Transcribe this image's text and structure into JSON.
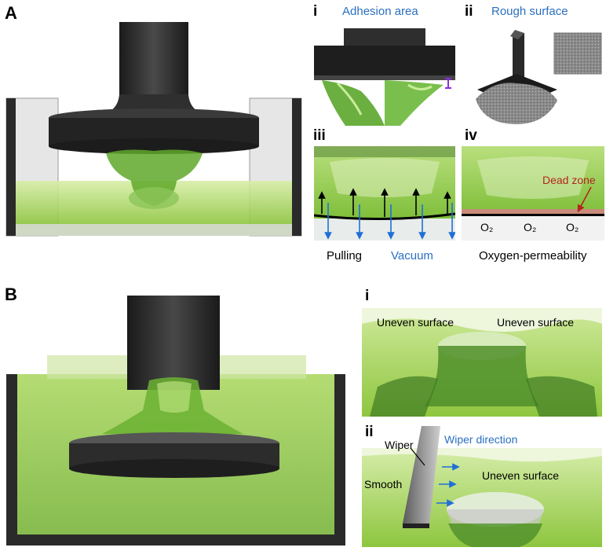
{
  "panel_a": {
    "letter": "A",
    "sub_i": {
      "numeral": "i",
      "title": "Adhesion area"
    },
    "sub_ii": {
      "numeral": "ii",
      "title": "Rough surface"
    },
    "sub_iii": {
      "numeral": "iii"
    },
    "sub_iv": {
      "numeral": "iv",
      "dead_zone": "Dead zone",
      "oxygen_labels": [
        "O₂",
        "O₂",
        "O₂"
      ]
    },
    "caption_pulling": "Pulling",
    "caption_vacuum": "Vacuum",
    "caption_oxygen": "Oxygen-permeability"
  },
  "panel_b": {
    "letter": "B",
    "sub_i": {
      "numeral": "i",
      "label_left": "Uneven surface",
      "label_right": "Uneven surface"
    },
    "sub_ii": {
      "numeral": "ii",
      "wiper": "Wiper",
      "wiper_direction": "Wiper direction",
      "smooth": "Smooth",
      "uneven": "Uneven surface"
    }
  },
  "colors": {
    "resin_green": "#9fd34a",
    "dark_green": "#3d7a1e",
    "platform": "#2b2b2b",
    "blue_arrow": "#1f6fd6",
    "dead_zone_red": "#b3261e",
    "title_blue": "#2a6fc0",
    "purple_marker": "#8a2be2"
  }
}
